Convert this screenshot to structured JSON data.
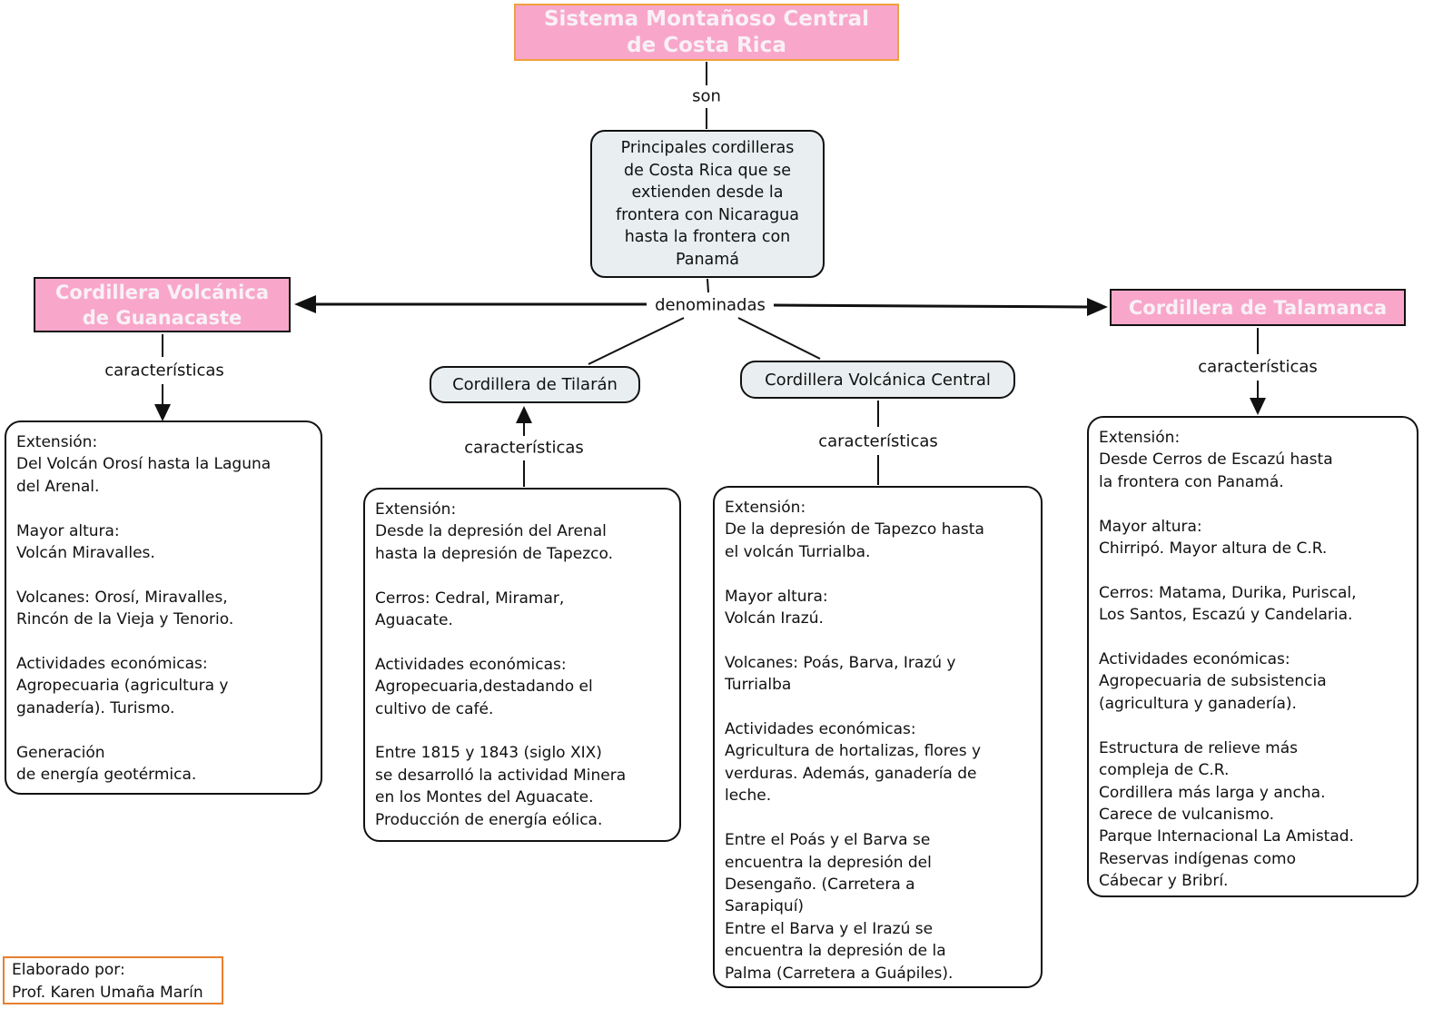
{
  "title": "Sistema Montañoso Central\nde Costa Rica",
  "definition": "Principales cordilleras\nde Costa Rica que se\nextienden desde la\nfrontera con Nicaragua\nhasta la frontera con\nPanamá",
  "connectors": {
    "son": "son",
    "denominadas": "denominadas",
    "caracteristicas": "características"
  },
  "branches": {
    "guanacaste": {
      "label": "Cordillera Volcánica\nde Guanacaste",
      "details": "Extensión:\nDel Volcán Orosí hasta la Laguna\ndel Arenal.\n\nMayor altura:\nVolcán Miravalles.\n\nVolcanes: Orosí, Miravalles,\nRincón de la Vieja y Tenorio.\n\nActividades económicas:\nAgropecuaria (agricultura y\nganadería). Turismo.\n\nGeneración\nde energía geotérmica."
    },
    "tilaran": {
      "label": "Cordillera de Tilarán",
      "details": "Extensión:\nDesde la depresión del Arenal\nhasta la depresión de Tapezco.\n\nCerros: Cedral, Miramar,\nAguacate.\n\nActividades económicas:\nAgropecuaria,destadando el\ncultivo de café.\n\nEntre 1815 y 1843 (siglo XIX)\nse desarrolló la actividad Minera\nen los Montes del Aguacate.\nProducción de energía eólica."
    },
    "central": {
      "label": "Cordillera Volcánica Central",
      "details": "Extensión:\nDe la depresión de Tapezco hasta\nel volcán Turrialba.\n\nMayor altura:\nVolcán Irazú.\n\nVolcanes: Poás, Barva, Irazú y\nTurrialba\n\nActividades económicas:\nAgricultura de hortalizas, flores y\nverduras. Además, ganadería de\nleche.\n\nEntre el Poás y el Barva se\nencuentra la depresión del\nDesengaño. (Carretera a\nSarapiquí)\nEntre el Barva y el Irazú se\nencuentra la depresión de la\nPalma (Carretera a Guápiles)."
    },
    "talamanca": {
      "label": "Cordillera de Talamanca",
      "details": "Extensión:\nDesde Cerros de Escazú hasta\nla frontera con Panamá.\n\nMayor altura:\nChirripó. Mayor altura de C.R.\n\nCerros: Matama, Durika, Puriscal,\nLos Santos, Escazú y Candelaria.\n\nActividades económicas:\nAgropecuaria de subsistencia\n(agricultura y ganadería).\n\nEstructura de relieve más\ncompleja de C.R.\nCordillera más larga y ancha.\nCarece de vulcanismo.\nParque Internacional La Amistad.\nReservas indígenas como\nCábecar y Bribrí."
    }
  },
  "footer": {
    "credit": "Elaborado por:\nProf. Karen Umaña Marín"
  },
  "colors": {
    "pink": "#f8a7ca",
    "title_border_orange": "#efa03c",
    "credit_border_orange": "#e87f2e",
    "light_node": "#e9eff1",
    "line": "#111111"
  }
}
